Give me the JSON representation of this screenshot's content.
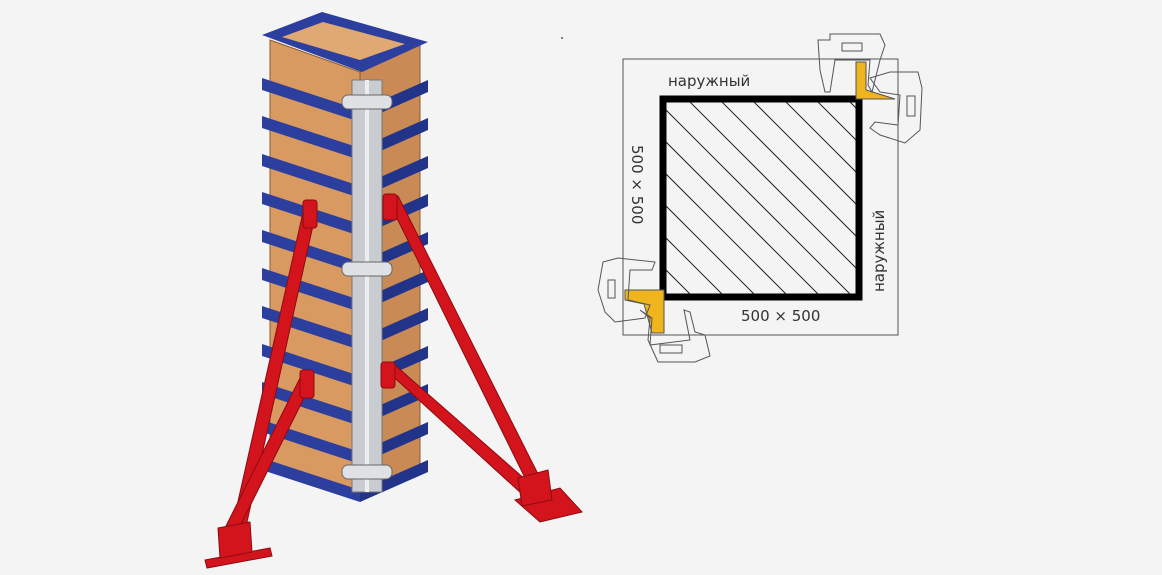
{
  "plan": {
    "top_label": "наружный",
    "right_label": "наружный",
    "bottom_dimension": "500 × 500",
    "left_dimension": "500 × 500"
  },
  "colors": {
    "background": "#f4f4f4",
    "frame_blue": "#2d3f9e",
    "board_orange": "#d99a62",
    "brace_red": "#d3141c",
    "waler_gray": "#c9ccd0",
    "corner_yellow": "#f0b51c"
  }
}
